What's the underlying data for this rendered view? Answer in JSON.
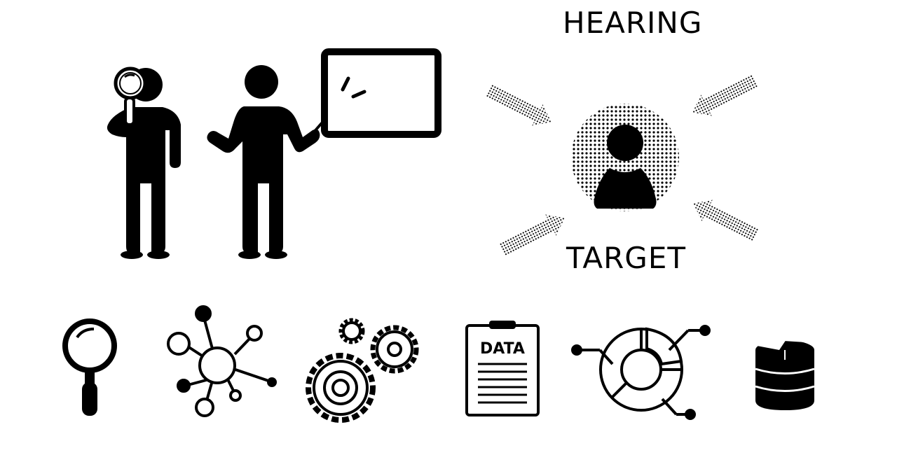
{
  "labels": {
    "hearing": "HEARING",
    "target": "TARGET",
    "data_sheet_text": "DATA"
  },
  "colors": {
    "ink": "#000000",
    "background": "#ffffff"
  },
  "icons": {
    "people": [
      "inspector-person-with-magnifier-icon",
      "presenter-person-icon",
      "whiteboard-icon"
    ],
    "target_group": [
      "target-person-icon",
      "arrow-top-left-icon",
      "arrow-top-right-icon",
      "arrow-bottom-left-icon",
      "arrow-bottom-right-icon"
    ],
    "bottom_row": [
      "magnifier-icon",
      "network-icon",
      "gears-icon",
      "data-clipboard-icon",
      "circuit-chart-icon",
      "database-icon"
    ]
  }
}
